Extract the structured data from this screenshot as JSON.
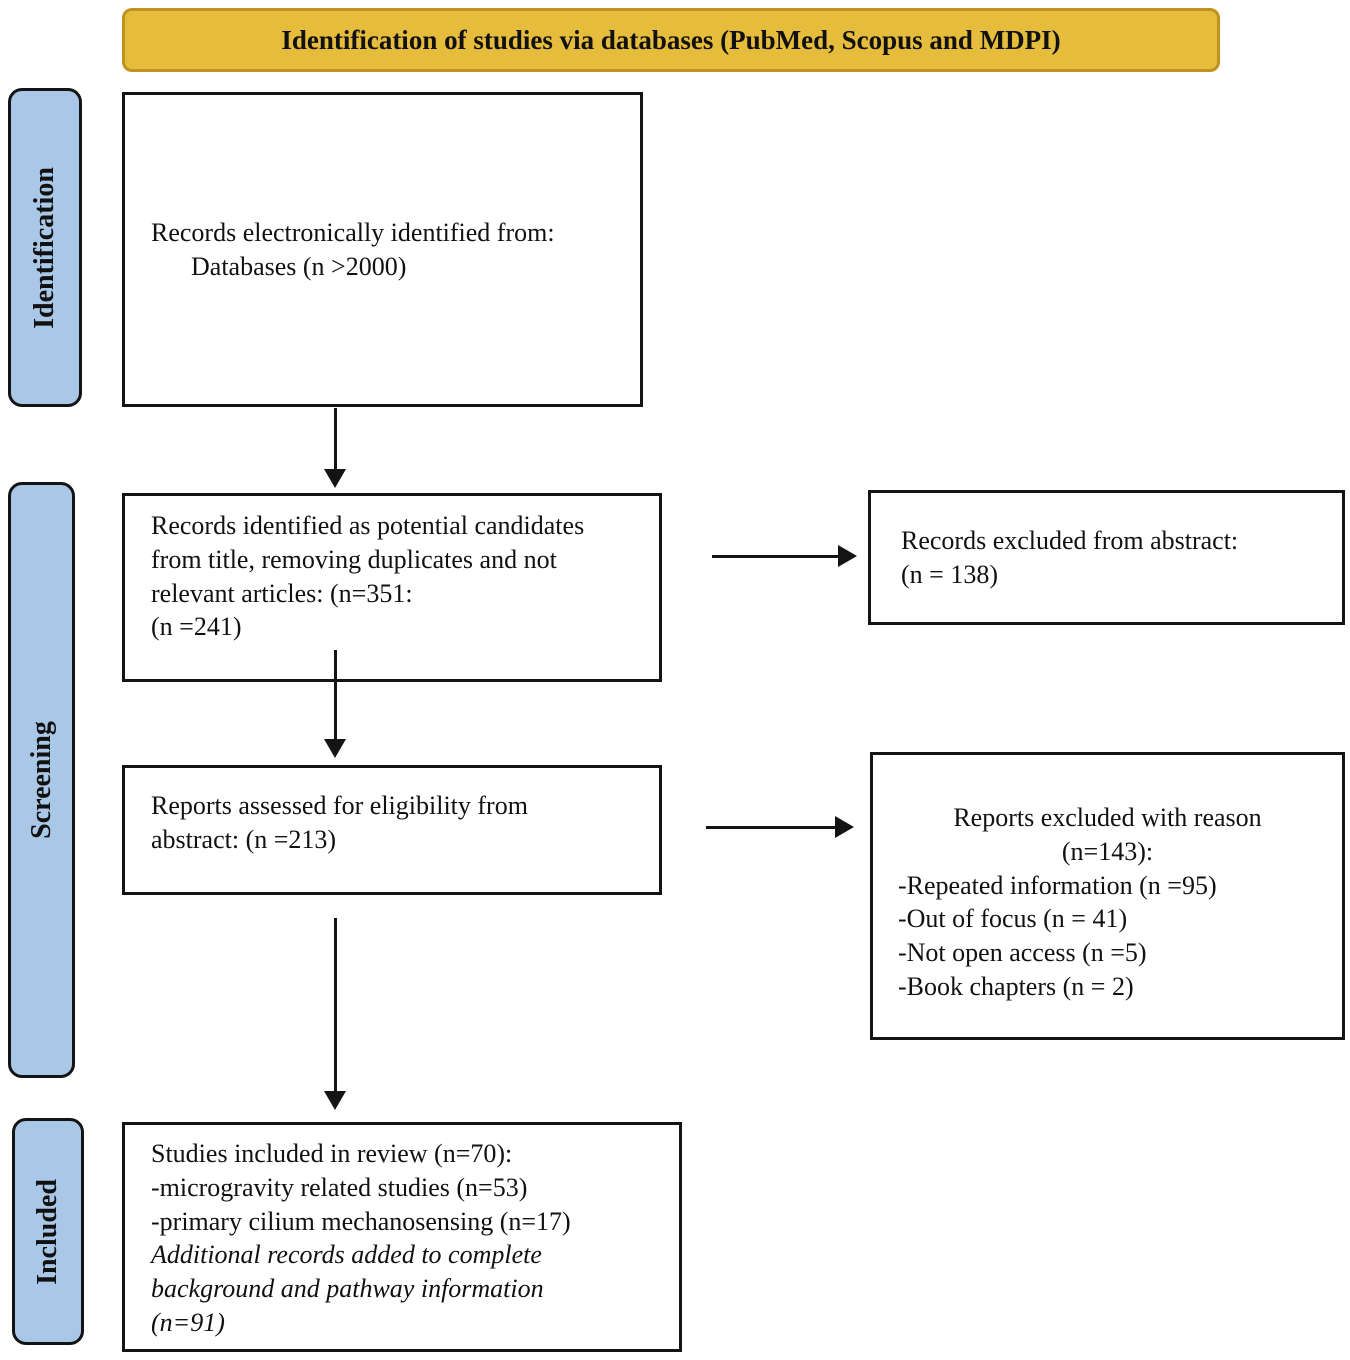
{
  "banner": {
    "label": "Identification of studies via databases (PubMed, Scopus and MDPI)"
  },
  "stages": {
    "identification": "Identification",
    "screening": "Screening",
    "included": "Included"
  },
  "boxes": {
    "records_identified": {
      "lines": [
        "Records electronically identified from:",
        "Databases (n >2000)"
      ]
    },
    "candidates": {
      "lines": [
        "Records identified as potential candidates",
        "from title, removing duplicates and not",
        "relevant articles: (n=351:",
        "(n =241)"
      ]
    },
    "eligibility": {
      "lines": [
        "Reports assessed for eligibility from",
        "abstract: (n =213)"
      ]
    },
    "included_studies": {
      "lines_regular": [
        "Studies included in review (n=70):",
        "-microgravity related studies (n=53)",
        "-primary cilium mechanosensing (n=17)"
      ],
      "lines_italic": [
        "Additional records added to complete",
        "background and pathway information",
        "(n=91)"
      ]
    },
    "excluded_abstract": {
      "lines": [
        "Records excluded from abstract:",
        "(n = 138)"
      ]
    },
    "excluded_reason": {
      "centered_lines": [
        "Reports excluded with reason",
        "(n=143):"
      ],
      "items": [
        "-Repeated information (n =95)",
        "-Out of focus (n = 41)",
        "-Not open access (n =5)",
        "-Book chapters (n = 2)"
      ]
    }
  },
  "colors": {
    "banner_fill": "#E6BC3C",
    "banner_border": "#BE9320",
    "stage_fill": "#A9C7E6",
    "line_color": "#141414"
  }
}
